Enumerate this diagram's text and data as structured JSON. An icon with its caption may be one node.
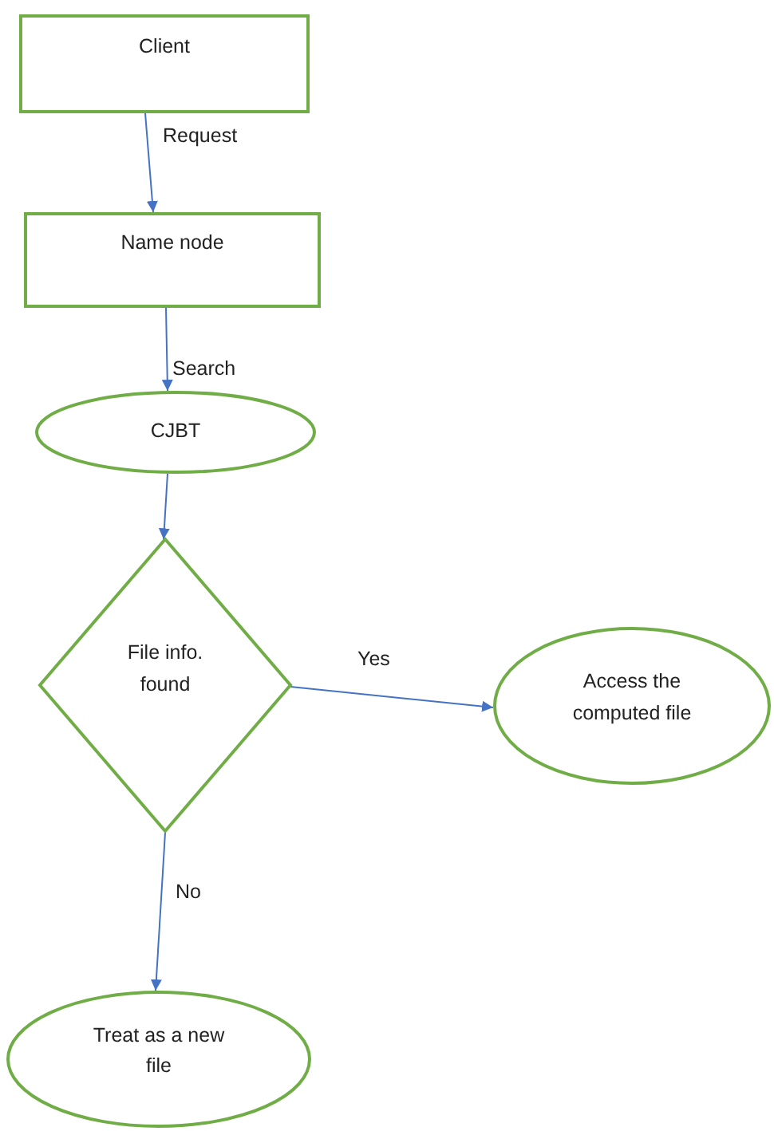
{
  "diagram": {
    "nodes": [
      {
        "text": [
          "Client"
        ]
      },
      {
        "text": [
          "Name node"
        ]
      },
      {
        "text": [
          "CJBT"
        ]
      },
      {
        "text": [
          "File info. found"
        ]
      },
      {
        "text": [
          "Access the computed file"
        ]
      },
      {
        "text": [
          "Treat as a new file"
        ]
      }
    ],
    "edges": [
      {
        "from": 0,
        "to": 1,
        "arrow": "to",
        "label": "Request"
      },
      {
        "from": 1,
        "to": 2,
        "arrow": "to",
        "label": "Search"
      },
      {
        "from": 2,
        "to": 3,
        "arrow": "to"
      },
      {
        "from": 3,
        "to": 4,
        "arrow": "to",
        "label": "Yes"
      },
      {
        "from": 3,
        "to": 5,
        "arrow": "to",
        "label": "No"
      }
    ]
  }
}
